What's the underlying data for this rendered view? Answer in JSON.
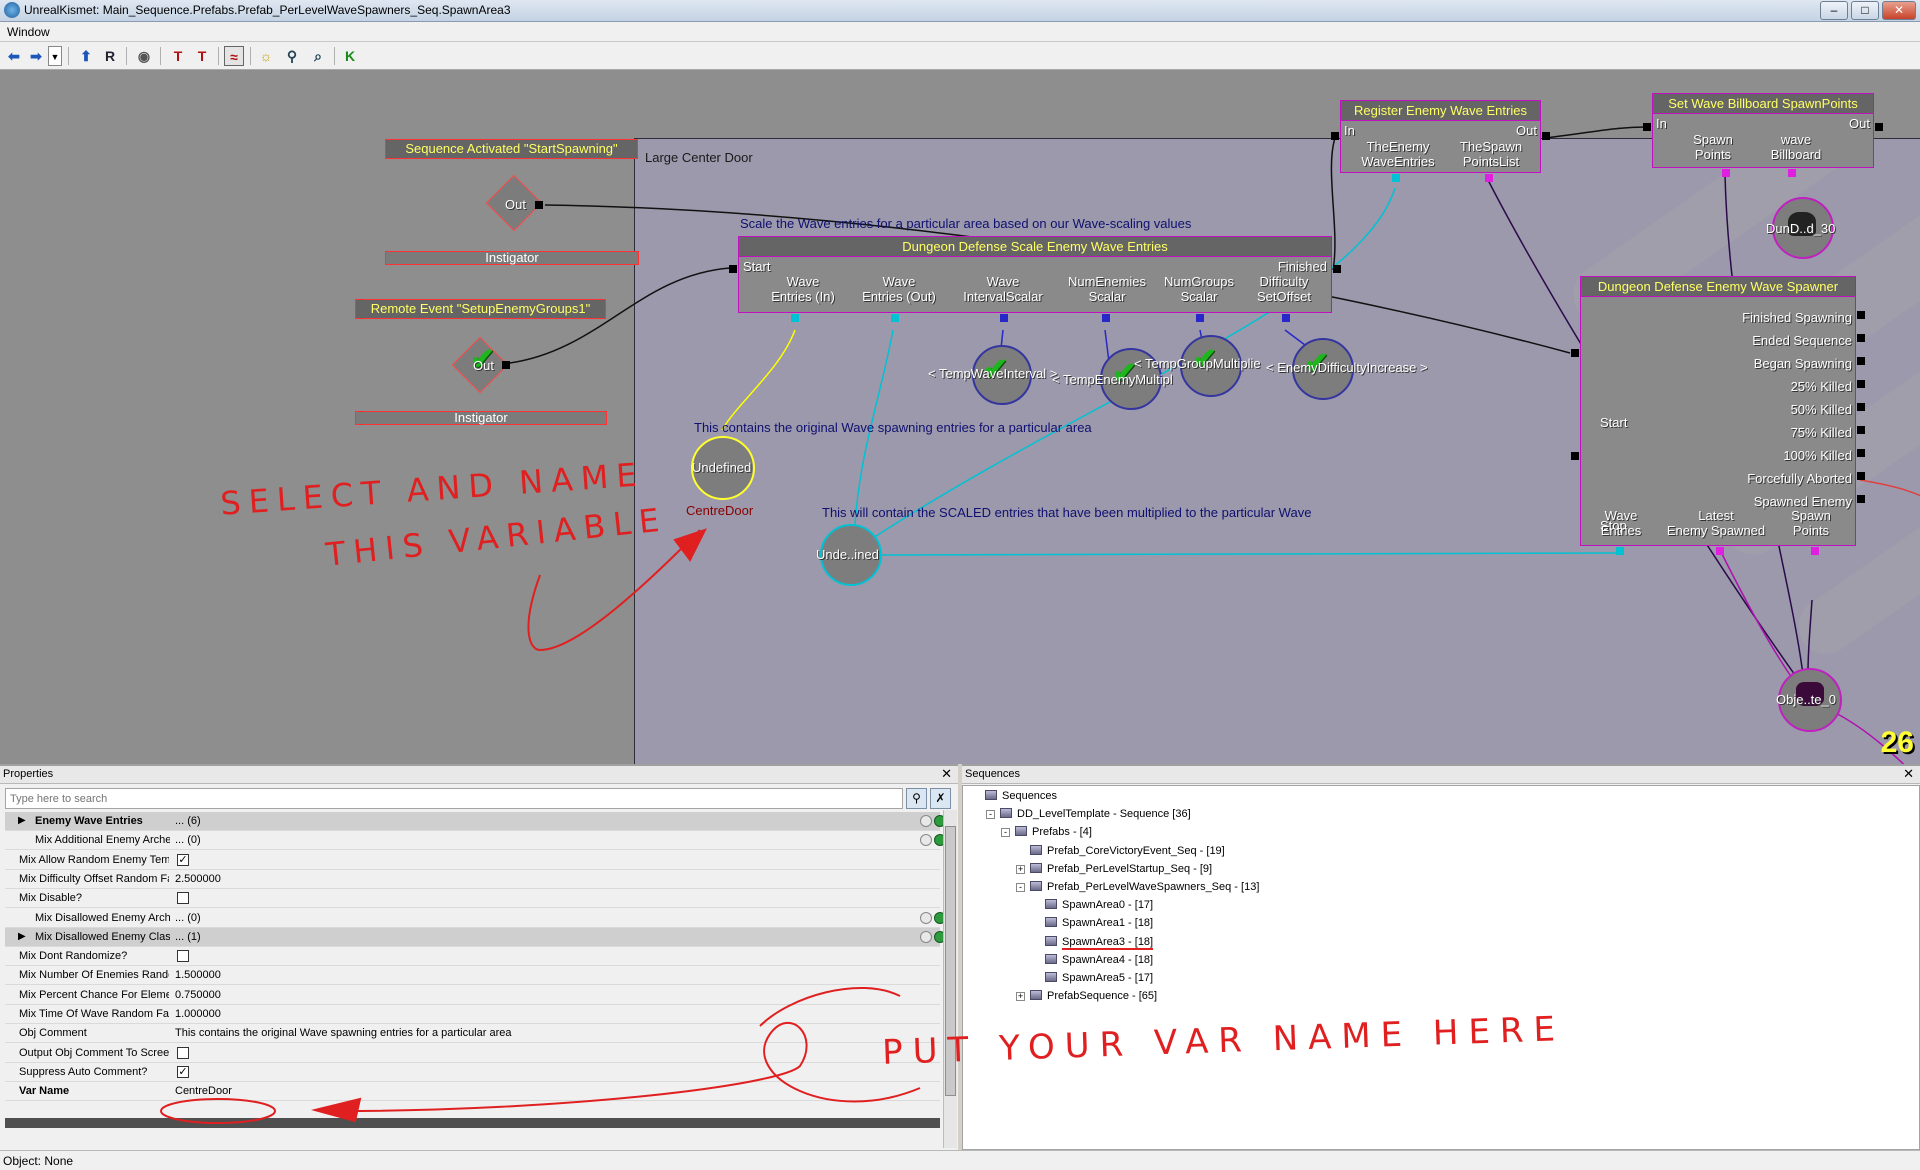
{
  "window": {
    "title": "UnrealKismet: Main_Sequence.Prefabs.Prefab_PerLevelWaveSpawners_Seq.SpawnArea3",
    "menu": [
      "Window"
    ]
  },
  "toolbar": {
    "icons": [
      "back-arrow-icon",
      "forward-arrow-icon",
      "history-dropdown-icon",
      "parent-sequence-icon",
      "rename-icon",
      "hide-icon",
      "connectors-icon",
      "connectors-alt-icon",
      "curve-icon",
      "light-icon",
      "zoom-icon",
      "search-icon",
      "kismet-icon"
    ]
  },
  "canvas": {
    "frame_title": "Large Center Door",
    "zoom_level": "26",
    "comments": {
      "scale_wave": "Scale the Wave entries for a particular area based on our Wave-scaling values",
      "original": "This contains the original Wave spawning entries for a particular area",
      "scaled": "This will contain the SCALED entries that have been multiplied to the particular Wave"
    },
    "event_seq_activated": {
      "title": "Sequence Activated \"StartSpawning\"",
      "out": "Out",
      "instigator": "Instigator"
    },
    "event_remote": {
      "title": "Remote Event \"SetupEnemyGroups1\"",
      "out": "Out",
      "instigator": "Instigator"
    },
    "node_scale": {
      "title": "Dungeon Defense Scale Enemy Wave Entries",
      "in_port": "Start",
      "out_port": "Finished",
      "vars": [
        "Wave\nEntries (In)",
        "Wave\nEntries (Out)",
        "Wave\nIntervalScalar",
        "NumEnemies\nScalar",
        "NumGroups\nScalar",
        "Difficulty\nSetOffset"
      ]
    },
    "node_register": {
      "title": "Register Enemy Wave Entries",
      "in_port": "In",
      "out_port": "Out",
      "vars": [
        "TheEnemy\nWaveEntries",
        "TheSpawn\nPointsList"
      ]
    },
    "node_billboard": {
      "title": "Set Wave Billboard SpawnPoints",
      "in_port": "In",
      "out_port": "Out",
      "vars": [
        "Spawn\nPoints",
        "wave\nBillboard"
      ]
    },
    "node_spawner": {
      "title": "Dungeon Defense Enemy Wave Spawner",
      "inputs": [
        "Start",
        "Stop"
      ],
      "outputs": [
        "Finished Spawning",
        "Ended Sequence",
        "Began Spawning",
        "25% Killed",
        "50% Killed",
        "75% Killed",
        "100% Killed",
        "Forcefully Aborted",
        "Spawned Enemy"
      ],
      "vars": [
        "Wave\nEntries",
        "Latest\nEnemy Spawned",
        "Spawn\nPoints"
      ]
    },
    "variables": {
      "undefined_original": {
        "text": "Undefined",
        "name": "CentreDoor"
      },
      "undefined_scaled": {
        "text": "Unde..ined"
      },
      "interval": "< TempWaveInterval >",
      "enemy_mult": "< TempEnemyMultipl",
      "group_mult": "< TempGroupMultiplie",
      "difficulty": "< EnemyDifficultyIncrease >",
      "billboard_obj": "DunD..d_30",
      "spawned_obj": "Obje..te_0"
    },
    "annotations": {
      "select_name": [
        "SELECT AND NAME",
        "THIS VARIABLE"
      ],
      "put_name": "PUT YOUR VAR NAME HERE"
    }
  },
  "properties": {
    "title": "Properties",
    "search_placeholder": "Type here to search",
    "rows": [
      {
        "key": "Enemy Wave Entries",
        "value": "... (6)",
        "type": "group",
        "bold": true
      },
      {
        "key": "Mix Additional Enemy Archet",
        "value": "... (0)",
        "type": "sub"
      },
      {
        "key": "Mix Allow Random Enemy Templ",
        "value": "✓",
        "type": "check"
      },
      {
        "key": "Mix Difficulty Offset Random Fa",
        "value": "2.500000",
        "type": "num"
      },
      {
        "key": "Mix Disable?",
        "value": "",
        "type": "check"
      },
      {
        "key": "Mix Disallowed Enemy Arche",
        "value": "... (0)",
        "type": "sub"
      },
      {
        "key": "Mix Disallowed Enemy Classe",
        "value": "... (1)",
        "type": "group"
      },
      {
        "key": "Mix Dont Randomize?",
        "value": "",
        "type": "check"
      },
      {
        "key": "Mix Number Of Enemies Random",
        "value": "1.500000",
        "type": "num"
      },
      {
        "key": "Mix Percent Chance For Elemen",
        "value": "0.750000",
        "type": "num"
      },
      {
        "key": "Mix Time Of Wave Random Fact",
        "value": "1.000000",
        "type": "num"
      },
      {
        "key": "Obj Comment",
        "value": "This contains the original Wave spawning entries for a particular area",
        "type": "text"
      },
      {
        "key": "Output Obj Comment To Screen",
        "value": "",
        "type": "check"
      },
      {
        "key": "Suppress Auto Comment?",
        "value": "✓",
        "type": "check"
      },
      {
        "key": "Var Name",
        "value": "CentreDoor",
        "type": "text",
        "bold": true
      }
    ]
  },
  "sequences": {
    "title": "Sequences",
    "tree": [
      {
        "label": "Sequences",
        "level": 0,
        "exp": ""
      },
      {
        "label": "DD_LevelTemplate - Sequence [36]",
        "level": 1,
        "exp": "-"
      },
      {
        "label": "Prefabs - [4]",
        "level": 2,
        "exp": "-"
      },
      {
        "label": "Prefab_CoreVictoryEvent_Seq - [19]",
        "level": 3,
        "exp": ""
      },
      {
        "label": "Prefab_PerLevelStartup_Seq - [9]",
        "level": 3,
        "exp": "+"
      },
      {
        "label": "Prefab_PerLevelWaveSpawners_Seq - [13]",
        "level": 3,
        "exp": "-"
      },
      {
        "label": "SpawnArea0 - [17]",
        "level": 4,
        "exp": ""
      },
      {
        "label": "SpawnArea1 - [18]",
        "level": 4,
        "exp": ""
      },
      {
        "label": "SpawnArea3 - [18]",
        "level": 4,
        "exp": "",
        "selected": true
      },
      {
        "label": "SpawnArea4 - [18]",
        "level": 4,
        "exp": ""
      },
      {
        "label": "SpawnArea5 - [17]",
        "level": 4,
        "exp": ""
      },
      {
        "label": "PrefabSequence - [65]",
        "level": 3,
        "exp": "+"
      }
    ]
  },
  "status": {
    "text": "Object: None"
  }
}
